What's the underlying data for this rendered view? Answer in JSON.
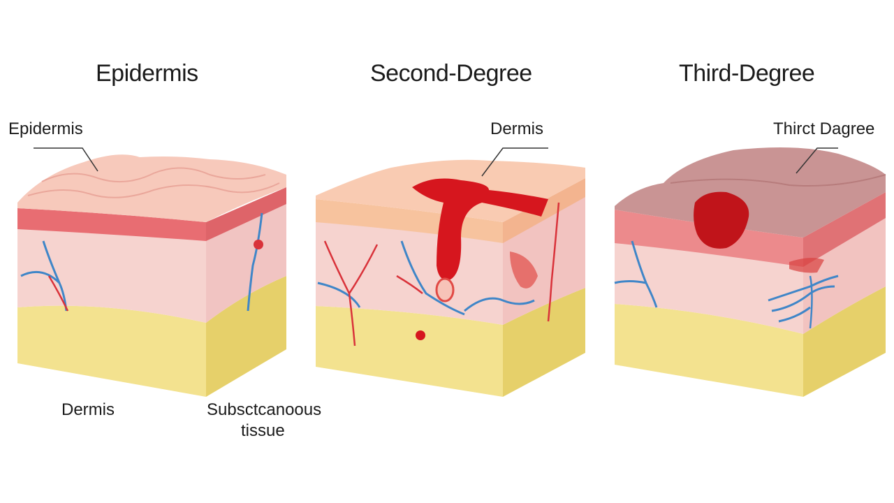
{
  "panels": [
    {
      "title": "Epidermis",
      "labels": {
        "top": "Epidermis",
        "bottom_left": "Dermis",
        "bottom_right_line1": "Subsctcanoous",
        "bottom_right_line2": "tissue"
      }
    },
    {
      "title": "Second-Degree",
      "labels": {
        "top": "Dermis"
      }
    },
    {
      "title": "Third-Degree",
      "labels": {
        "top": "Thirct Dagree"
      }
    }
  ],
  "colors": {
    "surface": "#f7c9bb",
    "epidermis_band": "#e86d72",
    "dermis": "#f6d3cf",
    "subcutaneous": "#f3e28f",
    "subcutaneous_side": "#e6d06a",
    "vessel_blue": "#3f86c8",
    "vessel_red": "#d9323a",
    "burn_red": "#d6161e",
    "eschar": "#c99494"
  }
}
